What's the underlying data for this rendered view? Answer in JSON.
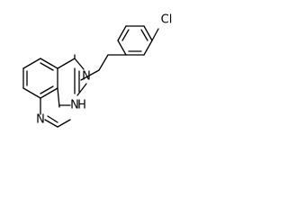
{
  "structure": {
    "atoms": {
      "chlorine": "Cl",
      "imine_nitrogen": "N",
      "ring_nitrogen": "N",
      "nh_nitrogen": "N",
      "nh_hydrogen": "H"
    }
  }
}
